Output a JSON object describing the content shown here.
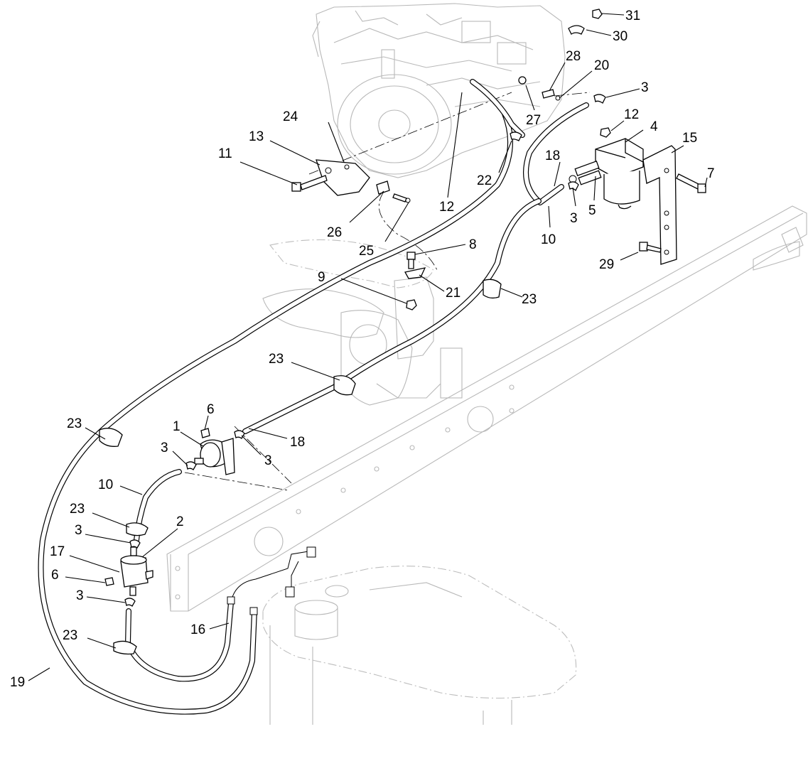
{
  "callouts": [
    {
      "id": "c1",
      "label": "1"
    },
    {
      "id": "c2",
      "label": "2"
    },
    {
      "id": "c3a",
      "label": "3"
    },
    {
      "id": "c3b",
      "label": "3"
    },
    {
      "id": "c3c",
      "label": "3"
    },
    {
      "id": "c3d",
      "label": "3"
    },
    {
      "id": "c3e",
      "label": "3"
    },
    {
      "id": "c3f",
      "label": "3"
    },
    {
      "id": "c4",
      "label": "4"
    },
    {
      "id": "c5",
      "label": "5"
    },
    {
      "id": "c6a",
      "label": "6"
    },
    {
      "id": "c6b",
      "label": "6"
    },
    {
      "id": "c7",
      "label": "7"
    },
    {
      "id": "c8",
      "label": "8"
    },
    {
      "id": "c9",
      "label": "9"
    },
    {
      "id": "c10a",
      "label": "10"
    },
    {
      "id": "c10b",
      "label": "10"
    },
    {
      "id": "c11",
      "label": "11"
    },
    {
      "id": "c12a",
      "label": "12"
    },
    {
      "id": "c12b",
      "label": "12"
    },
    {
      "id": "c13",
      "label": "13"
    },
    {
      "id": "c15",
      "label": "15"
    },
    {
      "id": "c16",
      "label": "16"
    },
    {
      "id": "c17",
      "label": "17"
    },
    {
      "id": "c18a",
      "label": "18"
    },
    {
      "id": "c18b",
      "label": "18"
    },
    {
      "id": "c19",
      "label": "19"
    },
    {
      "id": "c20",
      "label": "20"
    },
    {
      "id": "c21",
      "label": "21"
    },
    {
      "id": "c22",
      "label": "22"
    },
    {
      "id": "c23a",
      "label": "23"
    },
    {
      "id": "c23b",
      "label": "23"
    },
    {
      "id": "c23c",
      "label": "23"
    },
    {
      "id": "c23d",
      "label": "23"
    },
    {
      "id": "c23e",
      "label": "23"
    },
    {
      "id": "c24",
      "label": "24"
    },
    {
      "id": "c25",
      "label": "25"
    },
    {
      "id": "c26",
      "label": "26"
    },
    {
      "id": "c27",
      "label": "27"
    },
    {
      "id": "c28",
      "label": "28"
    },
    {
      "id": "c29",
      "label": "29"
    },
    {
      "id": "c30",
      "label": "30"
    },
    {
      "id": "c31",
      "label": "31"
    }
  ]
}
